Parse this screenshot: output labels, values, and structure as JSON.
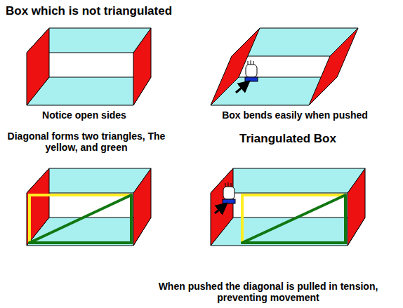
{
  "diagram": {
    "title": "Box which is not triangulated",
    "labels": [
      "Notice open sides",
      "Box bends easily when pushed",
      "Diagonal forms two triangles, The yellow, and green",
      "Triangulated Box",
      "When pushed the diagonal is pulled in tension, preventing movement"
    ]
  }
}
